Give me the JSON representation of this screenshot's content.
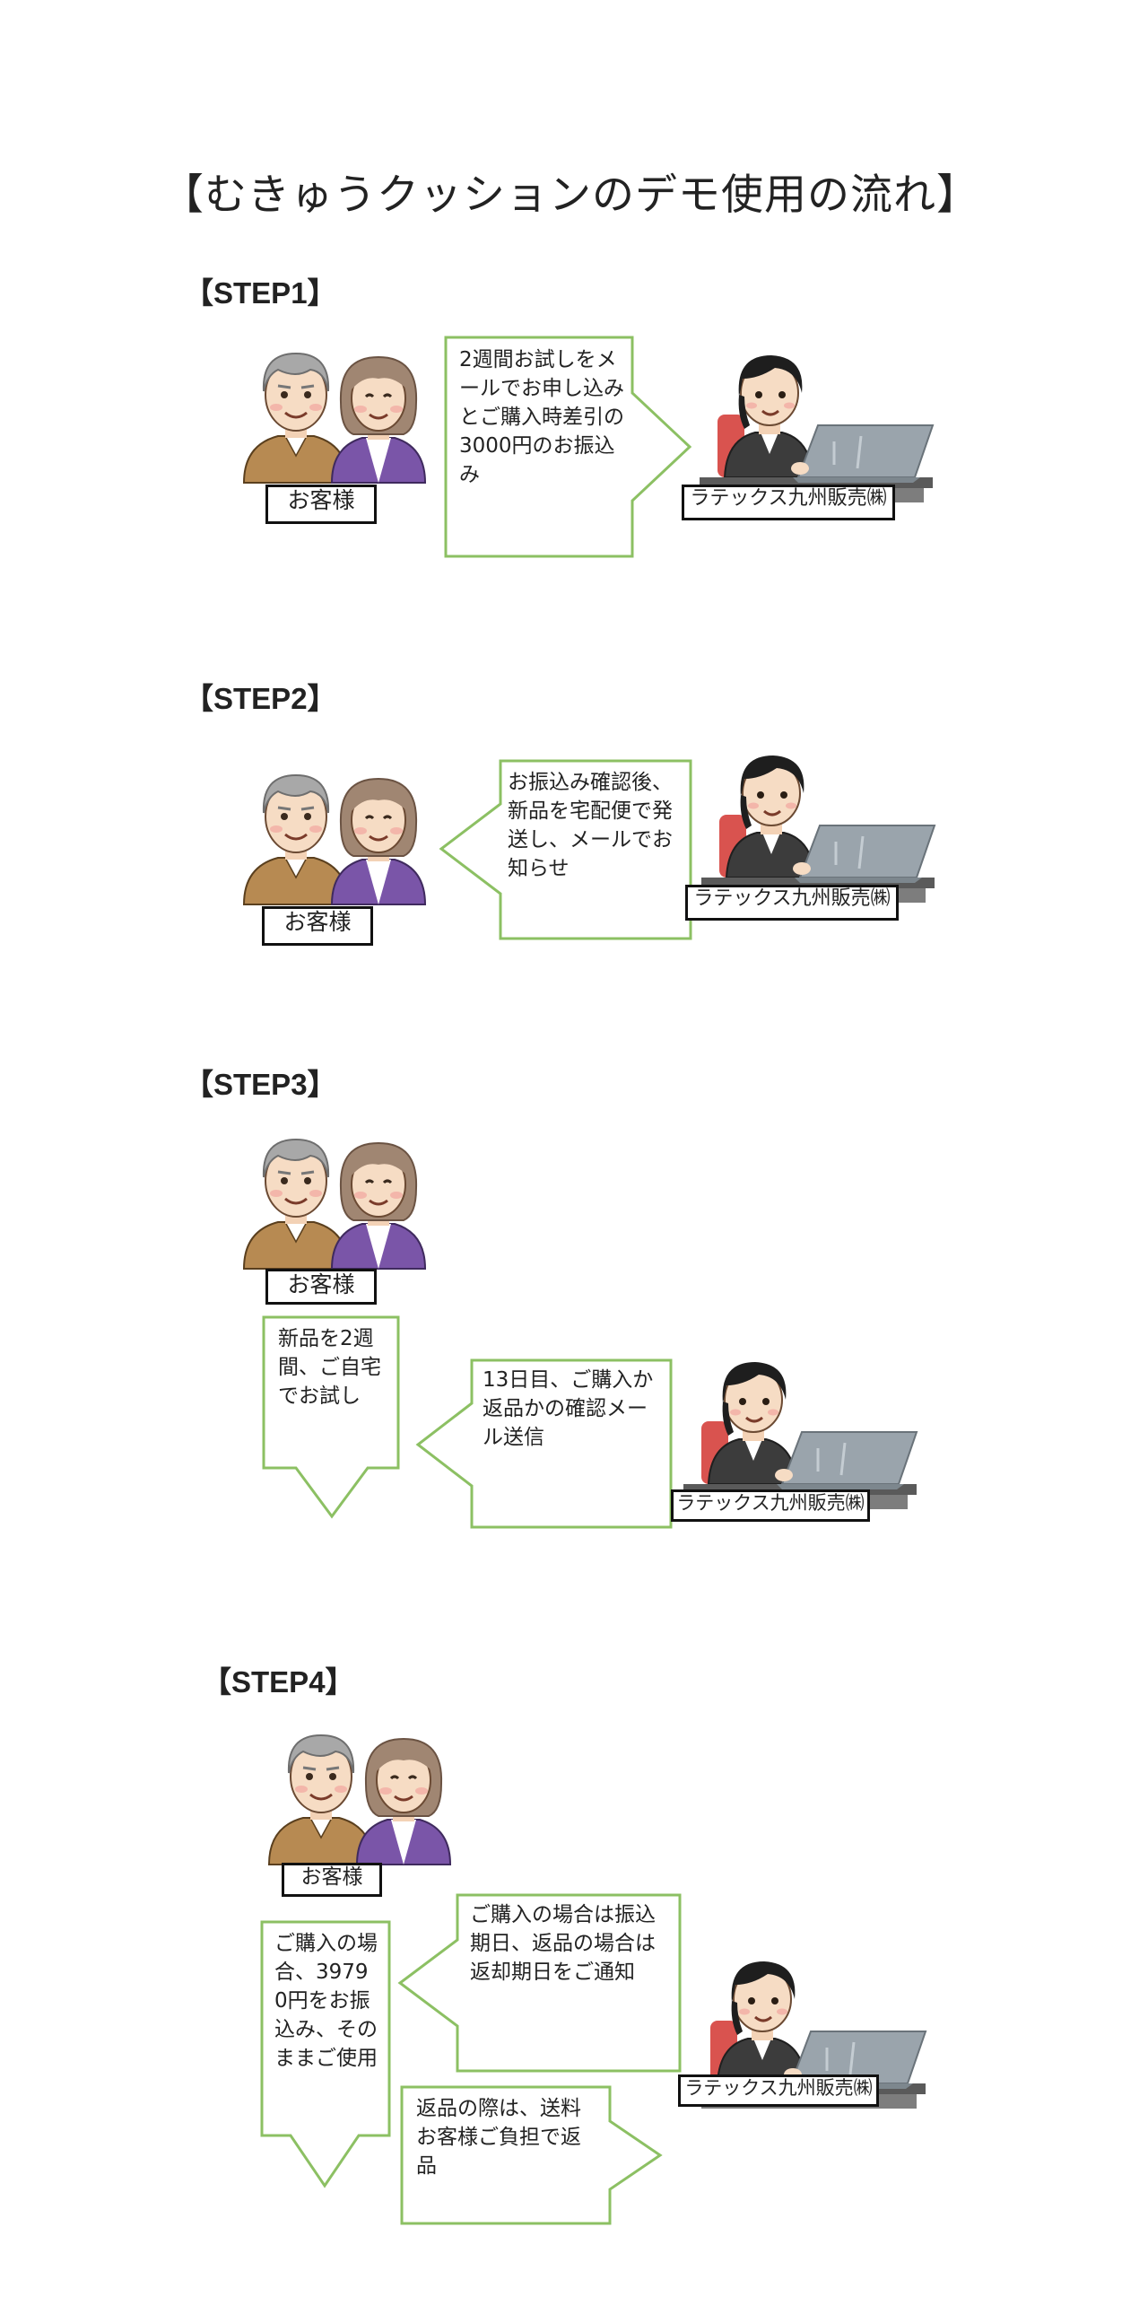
{
  "title": "【むきゅうクッションのデモ使用の流れ】",
  "labels": {
    "customer": "お客様",
    "company": "ラテックス九州販売㈱"
  },
  "colors": {
    "arrow_border": "#8cc063",
    "label_border": "#111111",
    "hair_man": "#a8a8a8",
    "hair_woman": "#a08672",
    "man_shirt": "#b78a52",
    "woman_cardigan": "#7a55a8",
    "staff_hair": "#1e1e1e",
    "staff_jacket": "#3c3c3c",
    "desk": "#5a5a5a",
    "laptop": "#9aa4ac"
  },
  "steps": [
    {
      "heading": "【STEP1】",
      "arrows": [
        {
          "direction": "right",
          "text": "2週間お試しをメールでお申し込みとご購入時差引の3000円のお振込み"
        }
      ]
    },
    {
      "heading": "【STEP2】",
      "arrows": [
        {
          "direction": "left",
          "text": "お振込み確認後、新品を宅配便で発送し、メールでお知らせ"
        }
      ]
    },
    {
      "heading": "【STEP3】",
      "arrows": [
        {
          "direction": "down",
          "text": "新品を2週間、ご自宅でお試し"
        },
        {
          "direction": "left",
          "text": "13日目、ご購入か返品かの確認メール送信"
        }
      ]
    },
    {
      "heading": "【STEP4】",
      "arrows": [
        {
          "direction": "left",
          "text": "ご購入の場合は振込期日、返品の場合は返却期日をご通知"
        },
        {
          "direction": "down",
          "text": "ご購入の場合、39790円をお振込み、そのままご使用"
        },
        {
          "direction": "right",
          "text": "返品の際は、送料お客様ご負担で返品"
        }
      ]
    }
  ]
}
